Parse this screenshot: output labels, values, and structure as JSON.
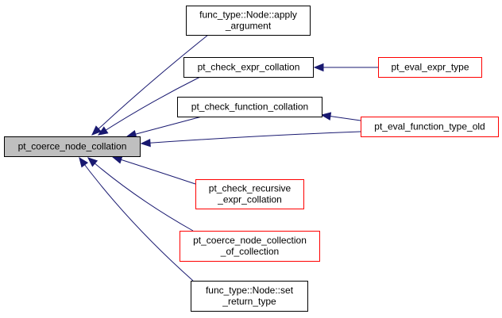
{
  "colors": {
    "edge": "#191970",
    "root_fill": "#bfbfbf",
    "normal_border": "#000000",
    "truncated_border": "#ff0000",
    "node_fill": "#ffffff"
  },
  "nodes": [
    {
      "id": "pt-coerce-node-collation",
      "lines": [
        "pt_coerce_node_collation"
      ],
      "style": "root"
    },
    {
      "id": "func-type-node-apply-argument",
      "lines": [
        "func_type::Node::apply",
        "_argument"
      ],
      "style": "normal"
    },
    {
      "id": "pt-check-expr-collation",
      "lines": [
        "pt_check_expr_collation"
      ],
      "style": "normal"
    },
    {
      "id": "pt-eval-expr-type",
      "lines": [
        "pt_eval_expr_type"
      ],
      "style": "truncated"
    },
    {
      "id": "pt-check-function-collation",
      "lines": [
        "pt_check_function_collation"
      ],
      "style": "normal"
    },
    {
      "id": "pt-eval-function-type-old",
      "lines": [
        "pt_eval_function_type_old"
      ],
      "style": "truncated"
    },
    {
      "id": "pt-check-recursive-expr-collation",
      "lines": [
        "pt_check_recursive",
        "_expr_collation"
      ],
      "style": "truncated"
    },
    {
      "id": "pt-coerce-node-collection-of-collection",
      "lines": [
        "pt_coerce_node_collection",
        "_of_collection"
      ],
      "style": "truncated"
    },
    {
      "id": "func-type-node-set-return-type",
      "lines": [
        "func_type::Node::set",
        "_return_type"
      ],
      "style": "normal"
    }
  ],
  "edges": [
    {
      "from": "func-type-node-apply-argument",
      "to": "pt-coerce-node-collation"
    },
    {
      "from": "pt-check-expr-collation",
      "to": "pt-coerce-node-collation"
    },
    {
      "from": "pt-eval-expr-type",
      "to": "pt-check-expr-collation"
    },
    {
      "from": "pt-check-function-collation",
      "to": "pt-coerce-node-collation"
    },
    {
      "from": "pt-eval-function-type-old",
      "to": "pt-check-function-collation"
    },
    {
      "from": "pt-eval-function-type-old",
      "to": "pt-coerce-node-collation"
    },
    {
      "from": "pt-check-recursive-expr-collation",
      "to": "pt-coerce-node-collation"
    },
    {
      "from": "pt-coerce-node-collection-of-collection",
      "to": "pt-coerce-node-collation"
    },
    {
      "from": "func-type-node-set-return-type",
      "to": "pt-coerce-node-collation"
    }
  ]
}
